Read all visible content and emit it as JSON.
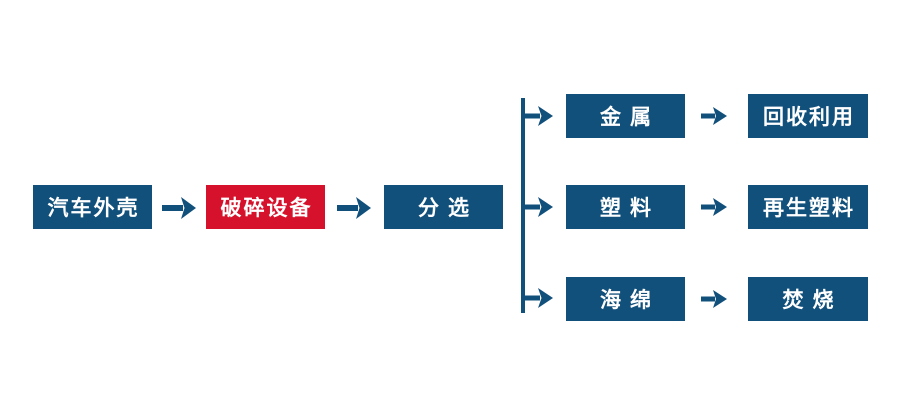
{
  "diagram": {
    "type": "flowchart",
    "main_flow": [
      {
        "label": "汽车外壳"
      },
      {
        "label": "破碎设备"
      },
      {
        "label": "分选"
      }
    ],
    "branches": [
      {
        "category": "金属",
        "result": "回收利用"
      },
      {
        "category": "塑料",
        "result": "再生塑料"
      },
      {
        "category": "海绵",
        "result": "焚烧"
      }
    ],
    "icons": {
      "arrow_right": "right-arrow"
    },
    "colors": {
      "node_blue": "#12507c",
      "node_highlight_red": "#d6112b",
      "arrow_blue": "#12507c",
      "connector_line": "#12507c",
      "text": "#ffffff",
      "background": "#ffffff"
    }
  }
}
